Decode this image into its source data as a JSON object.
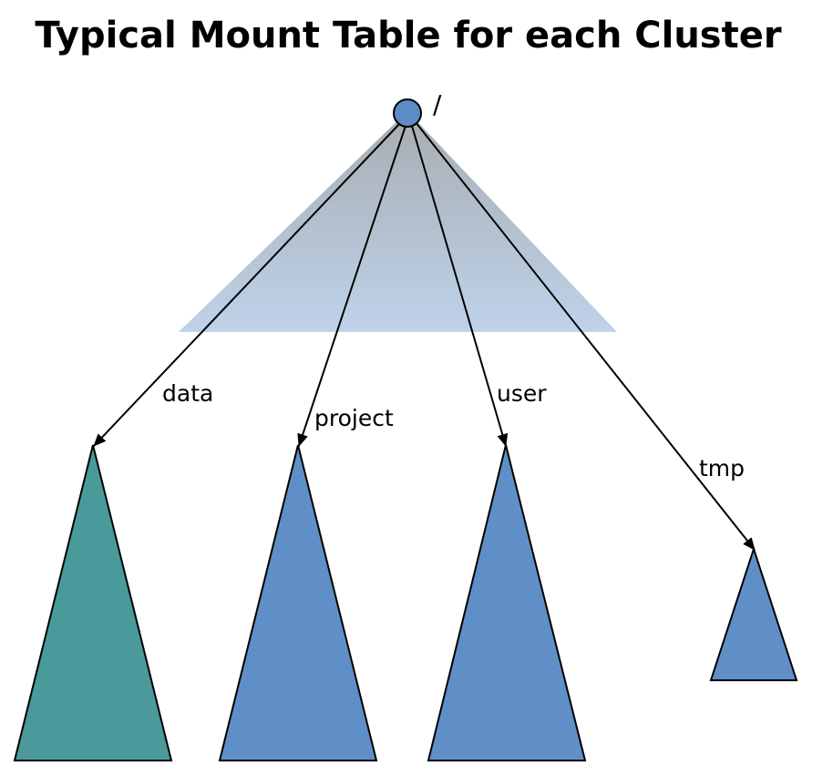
{
  "title": "Typical Mount Table  for each Cluster",
  "root": {
    "label": "/"
  },
  "mounts": [
    {
      "label": "data"
    },
    {
      "label": "project"
    },
    {
      "label": "user"
    },
    {
      "label": "tmp"
    }
  ],
  "colors": {
    "root_node": "#5b8cc7",
    "namespace_top": "#a7adb1",
    "namespace_bottom": "#bed2ea",
    "subtree_teal": "#4a9a9c",
    "subtree_blue": "#5f8fc6"
  }
}
